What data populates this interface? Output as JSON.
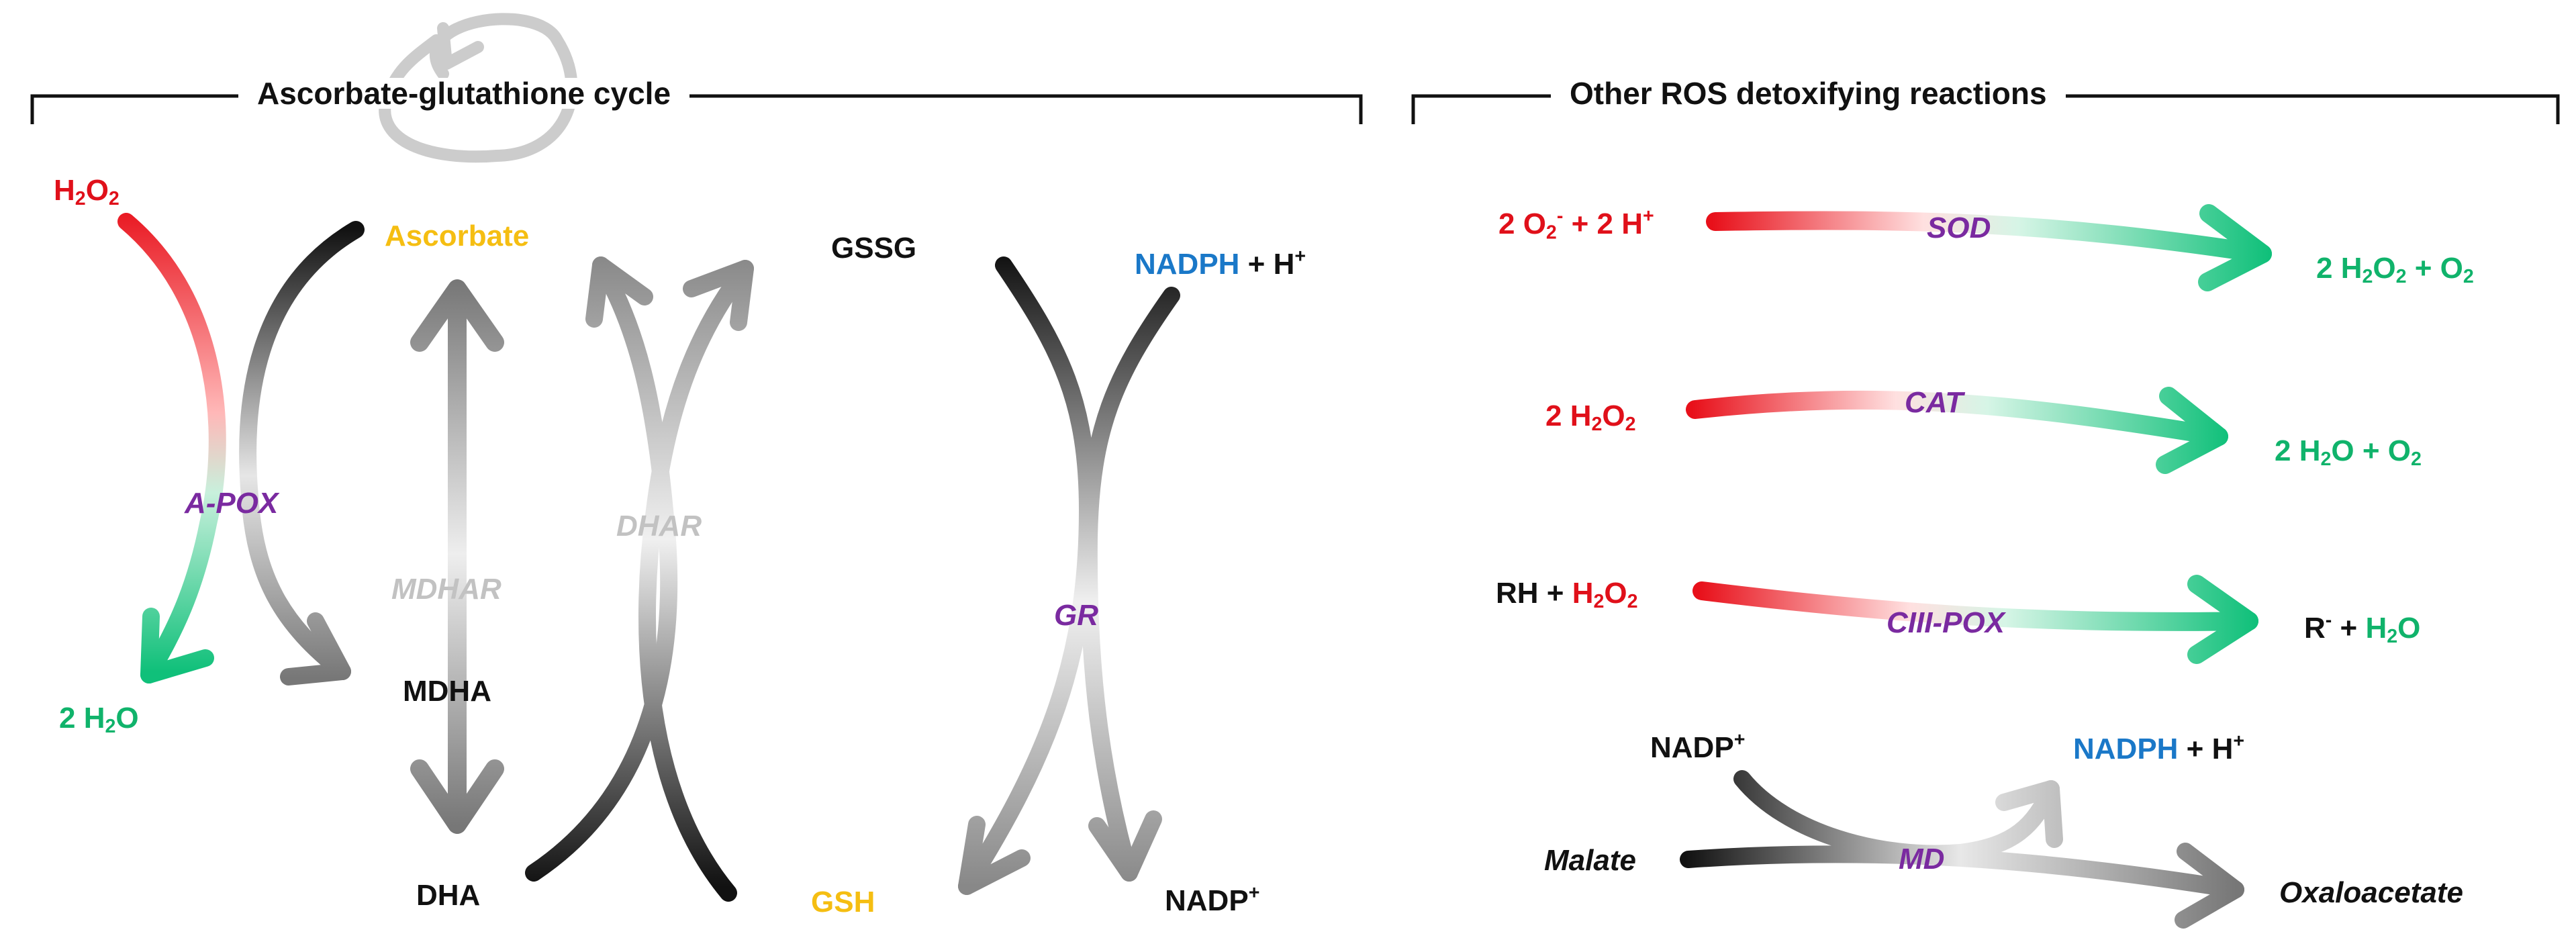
{
  "sections": {
    "left_title": "Ascorbate-glutathione cycle",
    "right_title": "Other ROS detoxifying reactions"
  },
  "left": {
    "h2o2": {
      "base": "H",
      "s1": "2",
      "mid": "O",
      "s2": "2"
    },
    "h2o": {
      "pre": "2 H",
      "s": "2",
      "post": "O"
    },
    "ascorbate": "Ascorbate",
    "mdha": "MDHA",
    "dha": "DHA",
    "gssg": "GSSG",
    "gsh": "GSH",
    "nadph": "NADPH",
    "hplus": {
      "text": " + H",
      "sup": "+"
    },
    "nadp": {
      "text": "NADP",
      "sup": "+"
    },
    "enzymes": {
      "apox": "A-POX",
      "mdhar": "MDHAR",
      "dhar": "DHAR",
      "gr": "GR"
    }
  },
  "right": {
    "sod": {
      "enzyme": "SOD",
      "lhs": {
        "a": "2 O",
        "a_sub": "2",
        "a_sup": "-",
        "b": " + 2 H",
        "b_sup": "+"
      },
      "rhs": {
        "a": "2 H",
        "a_sub": "2",
        "b": "O",
        "b_sub": "2",
        "c": " + O",
        "c_sub": "2"
      }
    },
    "cat": {
      "enzyme": "CAT",
      "lhs": {
        "a": "2 H",
        "a_sub": "2",
        "b": "O",
        "b_sub": "2"
      },
      "rhs": {
        "a": "2 H",
        "a_sub": "2",
        "b": "O + O",
        "b_sub": "2"
      }
    },
    "ciiipox": {
      "enzyme": "CIII-POX",
      "lhs": {
        "rh": "RH + ",
        "a": "H",
        "a_sub": "2",
        "b": "O",
        "b_sub": "2"
      },
      "rhs": {
        "r": "R",
        "r_sup": "-",
        "plus": " + ",
        "a": "H",
        "a_sub": "2",
        "b": "O"
      }
    },
    "md": {
      "enzyme": "MD",
      "nadp": {
        "text": "NADP",
        "sup": "+"
      },
      "nadph": "NADPH",
      "hplus": {
        "text": " + H",
        "sup": "+"
      },
      "malate": "Malate",
      "oxaloacetate": "Oxaloacetate"
    }
  },
  "colors": {
    "red": "#e0101a",
    "green": "#10c07a",
    "purple": "#7a2aa0",
    "gold": "#f5be12",
    "blue": "#1a78c8",
    "gray_light": "#c8c8c8",
    "dark": "#111111"
  }
}
